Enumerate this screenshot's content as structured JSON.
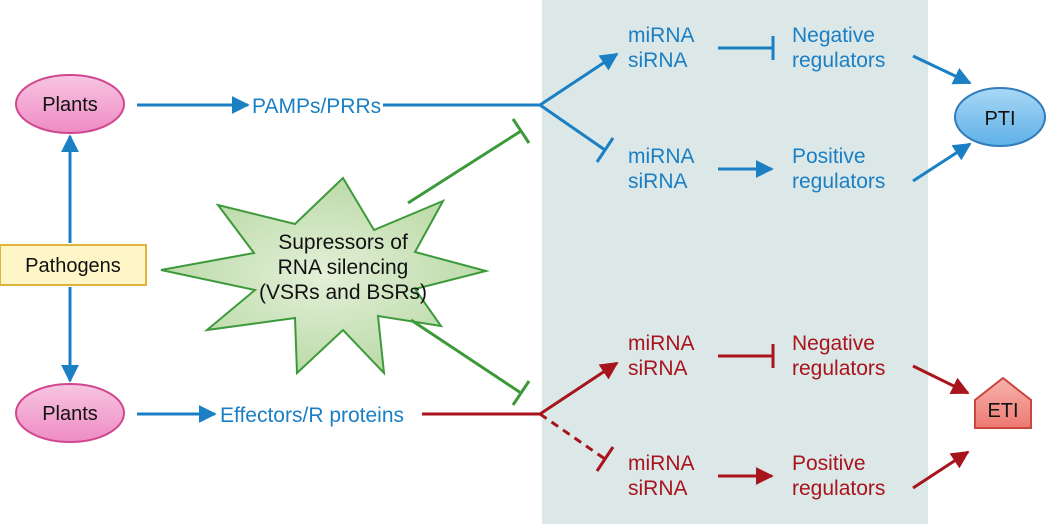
{
  "colors": {
    "blue": "#1b7fc4",
    "red": "#a8141c",
    "green": "#3d9a3a",
    "panel": "#dce7e8",
    "plants_fill": "#f2a8cf",
    "plants_stroke": "#d0468f",
    "pti_fill": "#7cc0ee",
    "pti_stroke": "#2f7dbd",
    "eti_fill": "#f0908a",
    "eti_stroke": "#c9453f",
    "pathogens_fill": "#fff6c8",
    "pathogens_stroke": "#e0b43a",
    "star_fill": "#c7e0b6",
    "star_stroke": "#3d9a3a"
  },
  "nodes": {
    "plants_top": "Plants",
    "plants_bottom": "Plants",
    "pathogens": "Pathogens",
    "pamps": "PAMPs/PRRs",
    "effectors": "Effectors/R proteins",
    "suppressor_line1": "Supressors of",
    "suppressor_line2": "RNA silencing",
    "suppressor_line3": "(VSRs and BSRs)",
    "pti": "PTI",
    "eti": "ETI"
  },
  "blue_branch": {
    "upper_mirna": "miRNA",
    "upper_sirna": "siRNA",
    "upper_reg_line1": "Negative",
    "upper_reg_line2": "regulators",
    "lower_mirna": "miRNA",
    "lower_sirna": "siRNA",
    "lower_reg_line1": "Positive",
    "lower_reg_line2": "regulators"
  },
  "red_branch": {
    "upper_mirna": "miRNA",
    "upper_sirna": "siRNA",
    "upper_reg_line1": "Negative",
    "upper_reg_line2": "regulators",
    "lower_mirna": "miRNA",
    "lower_sirna": "siRNA",
    "lower_reg_line1": "Positive",
    "lower_reg_line2": "regulators"
  }
}
